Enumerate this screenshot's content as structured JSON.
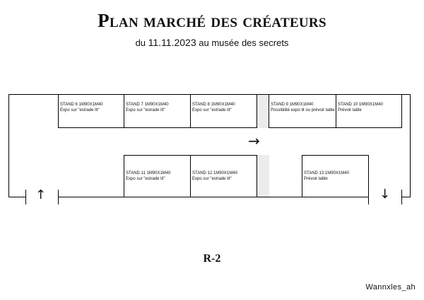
{
  "header": {
    "title": "Plan marché des créateurs",
    "subtitle_prefix": "du ",
    "subtitle_date": "11.11.2023",
    "subtitle_suffix": " au musée des secrets"
  },
  "stands": [
    {
      "label": "STAND 6 1M90X1M40",
      "note": "Expo sur \"estrade lit\""
    },
    {
      "label": "STAND 7 1M90X1M40",
      "note": "Expo sur \"estrade lit\""
    },
    {
      "label": "STAND 8 1M90X1M40",
      "note": "Expo sur \"estrade lit\""
    },
    {
      "label": "STAND 9 1M90X1M40",
      "note": "Possibilité expo lit ou prévoir table"
    },
    {
      "label": "STAND 10 1M90X1M40",
      "note": "Prévoir table"
    },
    {
      "label": "STAND 11  1M90X1M40",
      "note": "Expo sur \"estrade lit\""
    },
    {
      "label": "STAND 12 1M90X1M40",
      "note": "Expo sur \"estrade lit\""
    },
    {
      "label": "STAND 13 1M90X1M40",
      "note": "Prévoir table"
    }
  ],
  "arrows": {
    "right": "→",
    "up": "↑",
    "down": "↓"
  },
  "room_label": "R-2",
  "credit": "Wannxles_ah",
  "colors": {
    "aisle": "#ececec",
    "lines": "#000000"
  }
}
